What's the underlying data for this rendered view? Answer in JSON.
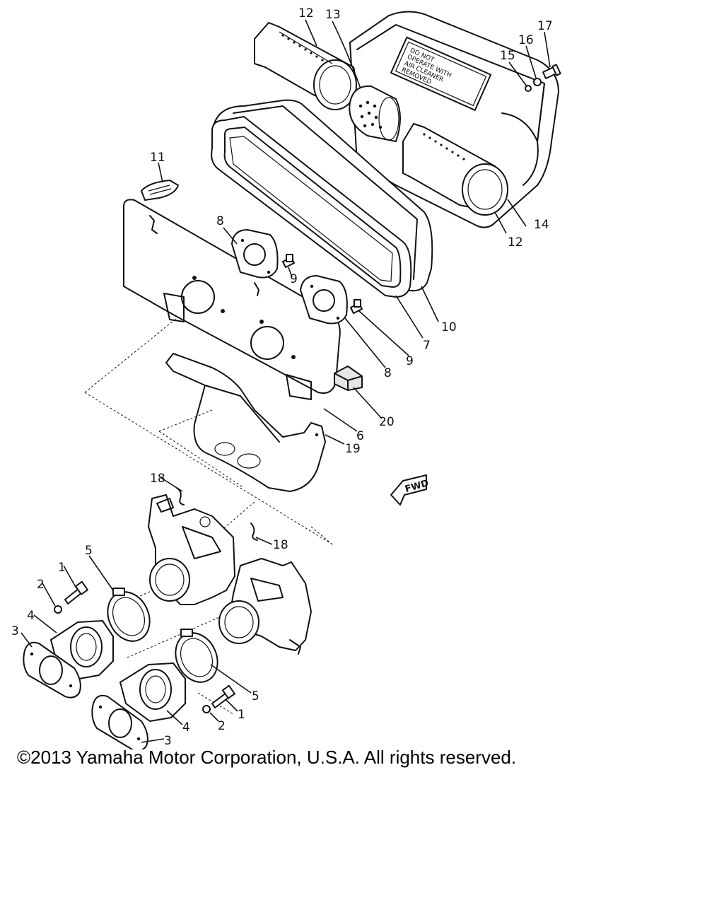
{
  "diagram": {
    "callouts": [
      {
        "id": "c12a",
        "num": "12"
      },
      {
        "id": "c13",
        "num": "13"
      },
      {
        "id": "c17",
        "num": "17"
      },
      {
        "id": "c16",
        "num": "16"
      },
      {
        "id": "c15",
        "num": "15"
      },
      {
        "id": "c11",
        "num": "11"
      },
      {
        "id": "c14",
        "num": "14"
      },
      {
        "id": "c12b",
        "num": "12"
      },
      {
        "id": "c8a",
        "num": "8"
      },
      {
        "id": "c9a",
        "num": "9"
      },
      {
        "id": "c10",
        "num": "10"
      },
      {
        "id": "c7",
        "num": "7"
      },
      {
        "id": "c9b",
        "num": "9"
      },
      {
        "id": "c8b",
        "num": "8"
      },
      {
        "id": "c20",
        "num": "20"
      },
      {
        "id": "c6",
        "num": "6"
      },
      {
        "id": "c19",
        "num": "19"
      },
      {
        "id": "c18a",
        "num": "18"
      },
      {
        "id": "c18b",
        "num": "18"
      },
      {
        "id": "c5a",
        "num": "5"
      },
      {
        "id": "c1a",
        "num": "1"
      },
      {
        "id": "c2a",
        "num": "2"
      },
      {
        "id": "c4a",
        "num": "4"
      },
      {
        "id": "c3a",
        "num": "3"
      },
      {
        "id": "c5b",
        "num": "5"
      },
      {
        "id": "c1b",
        "num": "1"
      },
      {
        "id": "c2b",
        "num": "2"
      },
      {
        "id": "c4b",
        "num": "4"
      },
      {
        "id": "c3b",
        "num": "3"
      }
    ],
    "fwd_label": "FWD",
    "warning_label": {
      "line1": "DO NOT",
      "line2": "OPERATE WITH",
      "line3": "AIR CLEANER",
      "line4": "REMOVED"
    }
  },
  "footer": {
    "copyright": "©2013 Yamaha Motor Corporation, U.S.A. All rights reserved."
  }
}
